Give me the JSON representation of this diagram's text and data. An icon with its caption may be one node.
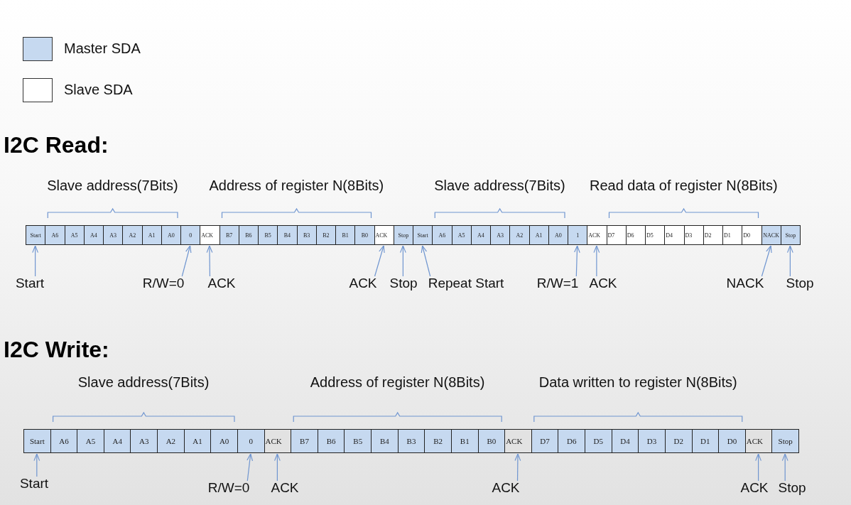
{
  "diagram": {
    "nodes": [
      {
        "text": [
          "Start"
        ]
      },
      {
        "text": [
          "A6"
        ]
      },
      {
        "text": [
          "A5"
        ]
      },
      {
        "text": [
          "A4"
        ]
      },
      {
        "text": [
          "A3"
        ]
      },
      {
        "text": [
          "A2"
        ]
      },
      {
        "text": [
          "A1"
        ]
      },
      {
        "text": [
          "A0"
        ]
      },
      {
        "text": [
          "0"
        ]
      },
      {
        "text": [
          "ACK"
        ]
      },
      {
        "text": [
          "B7"
        ]
      },
      {
        "text": [
          "B6"
        ]
      },
      {
        "text": [
          "B5"
        ]
      },
      {
        "text": [
          "B4"
        ]
      },
      {
        "text": [
          "B3"
        ]
      },
      {
        "text": [
          "B2"
        ]
      },
      {
        "text": [
          "B1"
        ]
      },
      {
        "text": [
          "B0"
        ]
      },
      {
        "text": [
          "ACK"
        ]
      },
      {
        "text": [
          "Stop"
        ]
      },
      {
        "text": [
          "Start"
        ]
      },
      {
        "text": [
          "A6"
        ]
      },
      {
        "text": [
          "A5"
        ]
      },
      {
        "text": [
          "A4"
        ]
      },
      {
        "text": [
          "A3"
        ]
      },
      {
        "text": [
          "A2"
        ]
      },
      {
        "text": [
          "A1"
        ]
      },
      {
        "text": [
          "A0"
        ]
      },
      {
        "text": [
          "1"
        ]
      },
      {
        "text": [
          "ACK"
        ]
      },
      {
        "text": [
          "D7"
        ]
      },
      {
        "text": [
          "D6"
        ]
      },
      {
        "text": [
          "D5"
        ]
      },
      {
        "text": [
          "D4"
        ]
      },
      {
        "text": [
          "D3"
        ]
      },
      {
        "text": [
          "D2"
        ]
      },
      {
        "text": [
          "D1"
        ]
      },
      {
        "text": [
          "D0"
        ]
      },
      {
        "text": [
          "NACK"
        ]
      },
      {
        "text": [
          "Stop"
        ]
      },
      {
        "text": [
          "Start"
        ]
      },
      {
        "text": [
          "R/W=0"
        ]
      },
      {
        "text": [
          "ACK"
        ]
      },
      {
        "text": [
          "ACK"
        ]
      },
      {
        "text": [
          "Stop"
        ]
      },
      {
        "text": [
          "Repeat Start"
        ]
      },
      {
        "text": [
          "R/W=1"
        ]
      },
      {
        "text": [
          "ACK"
        ]
      },
      {
        "text": [
          "NACK"
        ]
      },
      {
        "text": [
          "Stop"
        ]
      },
      {
        "text": [
          "Start"
        ]
      },
      {
        "text": [
          "A6"
        ]
      },
      {
        "text": [
          "A5"
        ]
      },
      {
        "text": [
          "A4"
        ]
      },
      {
        "text": [
          "A3"
        ]
      },
      {
        "text": [
          "A2"
        ]
      },
      {
        "text": [
          "A1"
        ]
      },
      {
        "text": [
          "A0"
        ]
      },
      {
        "text": [
          "0"
        ]
      },
      {
        "text": [
          "ACK"
        ]
      },
      {
        "text": [
          "B7"
        ]
      },
      {
        "text": [
          "B6"
        ]
      },
      {
        "text": [
          "B5"
        ]
      },
      {
        "text": [
          "B4"
        ]
      },
      {
        "text": [
          "B3"
        ]
      },
      {
        "text": [
          "B2"
        ]
      },
      {
        "text": [
          "B1"
        ]
      },
      {
        "text": [
          "B0"
        ]
      },
      {
        "text": [
          "ACK"
        ]
      },
      {
        "text": [
          "D7"
        ]
      },
      {
        "text": [
          "D6"
        ]
      },
      {
        "text": [
          "D5"
        ]
      },
      {
        "text": [
          "D4"
        ]
      },
      {
        "text": [
          "D3"
        ]
      },
      {
        "text": [
          "D2"
        ]
      },
      {
        "text": [
          "D1"
        ]
      },
      {
        "text": [
          "D0"
        ]
      },
      {
        "text": [
          "ACK"
        ]
      },
      {
        "text": [
          "Stop"
        ]
      },
      {
        "text": [
          "Start"
        ]
      },
      {
        "text": [
          "R/W=0"
        ]
      },
      {
        "text": [
          "ACK"
        ]
      },
      {
        "text": [
          "ACK"
        ]
      },
      {
        "text": [
          "ACK"
        ]
      },
      {
        "text": [
          "Stop"
        ]
      }
    ],
    "edges": [
      {
        "from": 40,
        "to": 0,
        "arrow": "to"
      },
      {
        "from": 41,
        "to": 8,
        "arrow": "to"
      },
      {
        "from": 42,
        "to": 9,
        "arrow": "to"
      },
      {
        "from": 43,
        "to": 18,
        "arrow": "to"
      },
      {
        "from": 44,
        "to": 19,
        "arrow": "to"
      },
      {
        "from": 45,
        "to": 20,
        "arrow": "to"
      },
      {
        "from": 46,
        "to": 28,
        "arrow": "to"
      },
      {
        "from": 47,
        "to": 29,
        "arrow": "to"
      },
      {
        "from": 48,
        "to": 38,
        "arrow": "to"
      },
      {
        "from": 49,
        "to": 39,
        "arrow": "to"
      },
      {
        "from": 79,
        "to": 50,
        "arrow": "to"
      },
      {
        "from": 80,
        "to": 58,
        "arrow": "to"
      },
      {
        "from": 81,
        "to": 59,
        "arrow": "to"
      },
      {
        "from": 82,
        "to": 68,
        "arrow": "to"
      },
      {
        "from": 83,
        "to": 77,
        "arrow": "to"
      },
      {
        "from": 84,
        "to": 78,
        "arrow": "to"
      }
    ],
    "labels": [
      "I2C Read:",
      "Slave address(7Bits)",
      "Address of register N(8Bits)",
      "Slave address(7Bits)",
      "Read data of register N(8Bits)",
      "I2C Write:",
      "Slave address(7Bits)",
      "Address of register N(8Bits)",
      "Data written to register N(8Bits)"
    ],
    "legend": [
      {
        "text": "Master SDA",
        "color": "#c6d9f0"
      },
      {
        "text": "Slave SDA",
        "color": "#ffffff"
      }
    ]
  }
}
